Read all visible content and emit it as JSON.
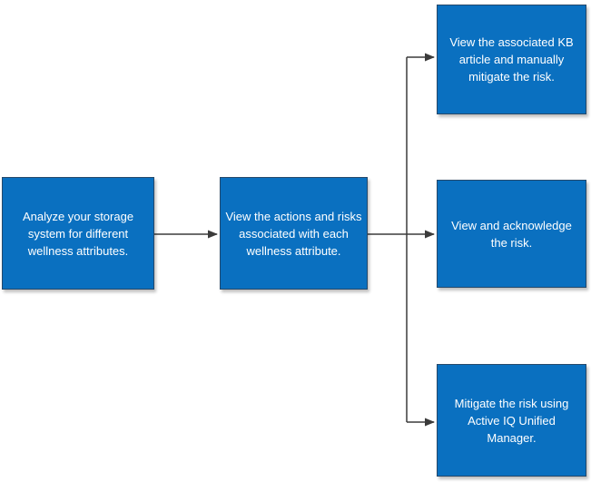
{
  "diagram": {
    "type": "flowchart",
    "colors": {
      "box_fill": "#0a70c0",
      "box_border": "#25496b",
      "connector": "#3b3b3b",
      "text": "#ffffff",
      "background": "#ffffff"
    },
    "nodes": [
      {
        "id": "analyze",
        "label": "Analyze your storage system for different wellness attributes."
      },
      {
        "id": "view-actions",
        "label": "View the actions and risks associated with each wellness attribute."
      },
      {
        "id": "kb-article",
        "label": "View the associated KB article and manually mitigate the risk."
      },
      {
        "id": "acknowledge",
        "label": "View and acknowledge the risk."
      },
      {
        "id": "mitigate-aiqum",
        "label": "Mitigate the risk using Active IQ Unified Manager."
      }
    ],
    "edges": [
      {
        "from": "analyze",
        "to": "view-actions"
      },
      {
        "from": "view-actions",
        "to": "kb-article"
      },
      {
        "from": "view-actions",
        "to": "acknowledge"
      },
      {
        "from": "view-actions",
        "to": "mitigate-aiqum"
      }
    ]
  }
}
